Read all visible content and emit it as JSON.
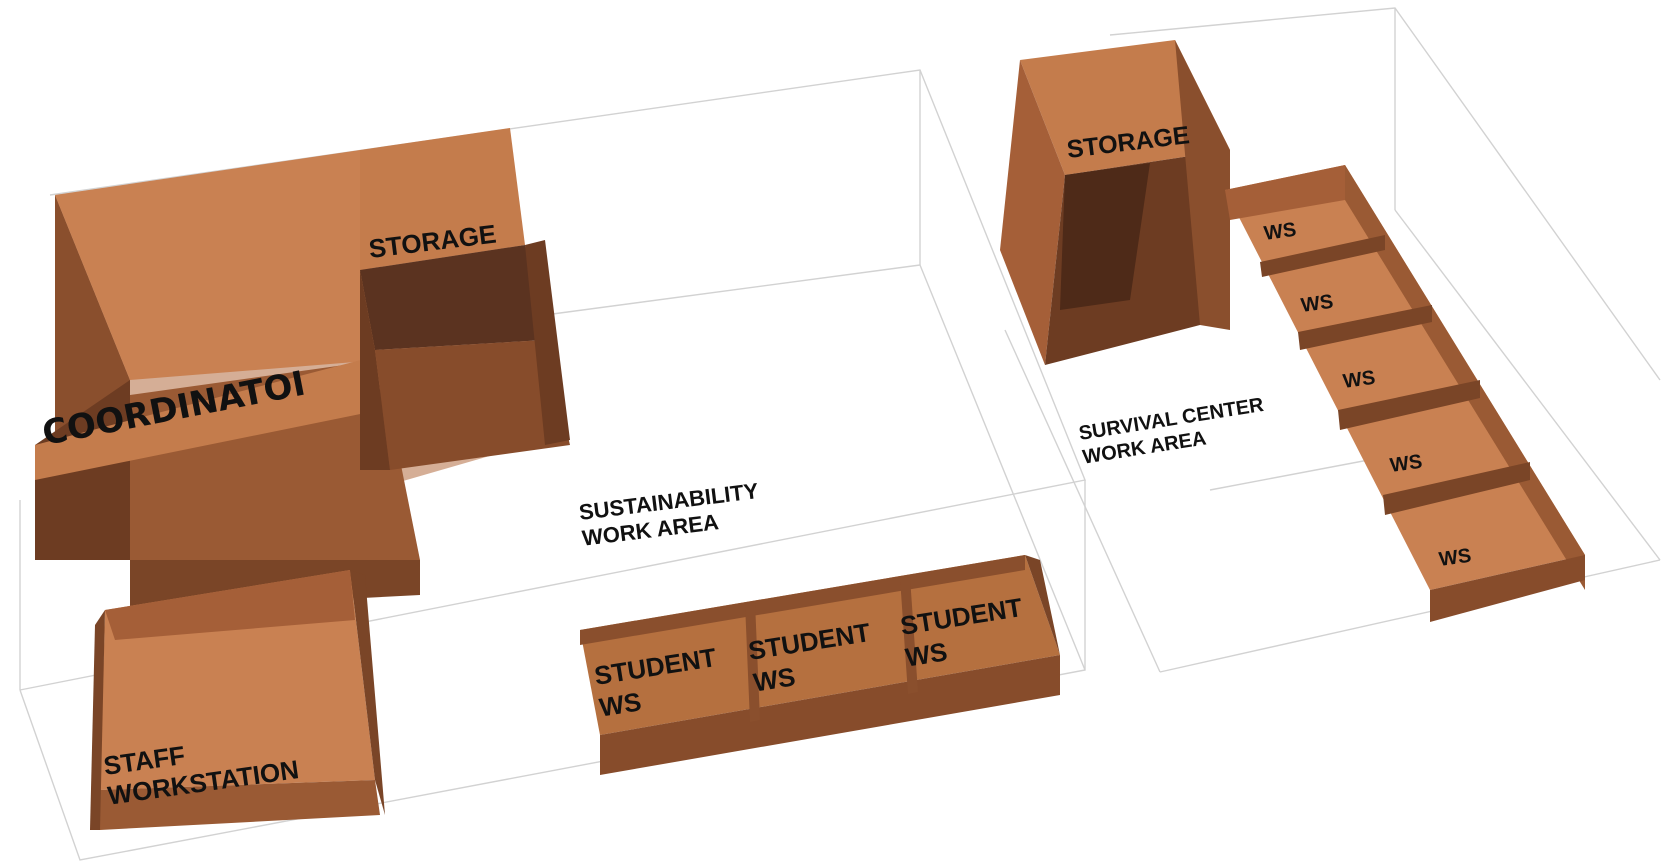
{
  "colors": {
    "box_top": "#c47c4c",
    "box_front": "#a55f38",
    "box_side": "#7a4527",
    "box_inner": "#5b3320",
    "outline": "#d2d2d2",
    "text": "#111111"
  },
  "zones": {
    "sustainability": {
      "line1": "SUSTAINABILITY",
      "line2": "WORK AREA"
    },
    "survival": {
      "line1": "SURVIVAL CENTER",
      "line2": "WORK AREA"
    }
  },
  "rooms": {
    "coordinator": "COORDINATOI",
    "storage_left": "STORAGE",
    "storage_right": "STORAGE",
    "staff": {
      "line1": "STAFF",
      "line2": "WORKSTATION"
    },
    "student_ws": [
      {
        "line1": "STUDENT",
        "line2": "WS"
      },
      {
        "line1": "STUDENT",
        "line2": "WS"
      },
      {
        "line1": "STUDENT",
        "line2": "WS"
      }
    ],
    "ws": [
      "WS",
      "WS",
      "WS",
      "WS",
      "WS"
    ]
  }
}
